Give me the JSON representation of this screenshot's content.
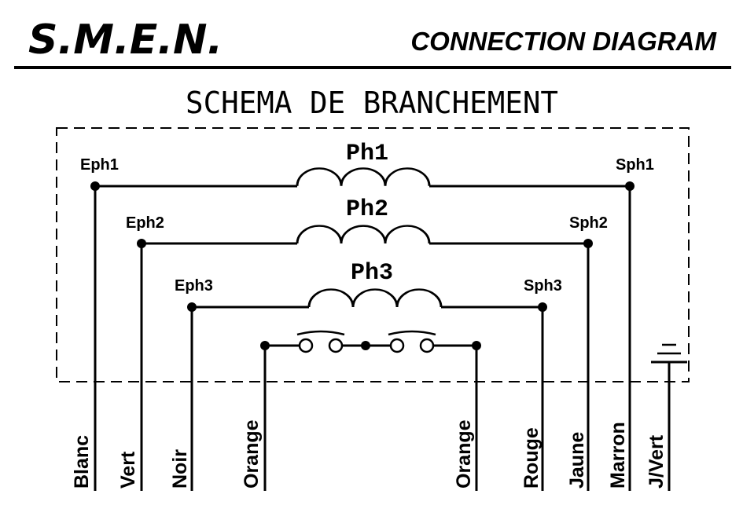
{
  "header": {
    "brand": "S.M.E.N.",
    "title": "CONNECTION DIAGRAM"
  },
  "diagram": {
    "title": "SCHEMA DE BRANCHEMENT",
    "phases": [
      {
        "label": "Ph1",
        "start": "Eph1",
        "end": "Sph1",
        "start_wire": "Blanc",
        "end_wire": "Marron"
      },
      {
        "label": "Ph2",
        "start": "Eph2",
        "end": "Sph2",
        "start_wire": "Vert",
        "end_wire": "Jaune"
      },
      {
        "label": "Ph3",
        "start": "Eph3",
        "end": "Sph3",
        "start_wire": "Noir",
        "end_wire": "Rouge"
      }
    ],
    "thermal_wires": [
      "Orange",
      "Orange"
    ],
    "earth_wire": "J/Vert"
  },
  "colors": {
    "ink": "#000000",
    "background": "#ffffff"
  }
}
